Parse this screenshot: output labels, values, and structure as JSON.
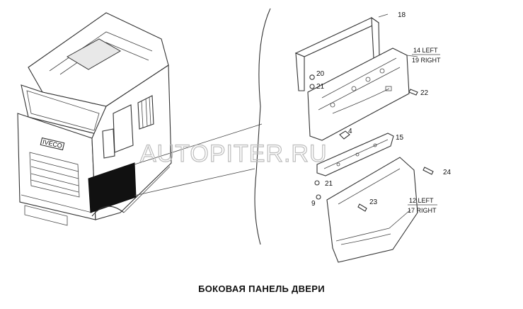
{
  "caption": "БОКОВАЯ ПАНЕЛЬ ДВЕРИ",
  "watermark": "AUTOPITER.RU",
  "cab_badge": "IVECO",
  "callouts": {
    "p18": "18",
    "p20": "20",
    "p21a": "21",
    "p22": "22",
    "p4": "4",
    "p15": "15",
    "p21b": "21",
    "p24": "24",
    "p9": "9",
    "p23": "23"
  },
  "panel_upper": {
    "left": "14 LEFT",
    "right": "19 RIGHT"
  },
  "panel_lower": {
    "left": "12 LEFT",
    "right": "17 RIGHT"
  }
}
